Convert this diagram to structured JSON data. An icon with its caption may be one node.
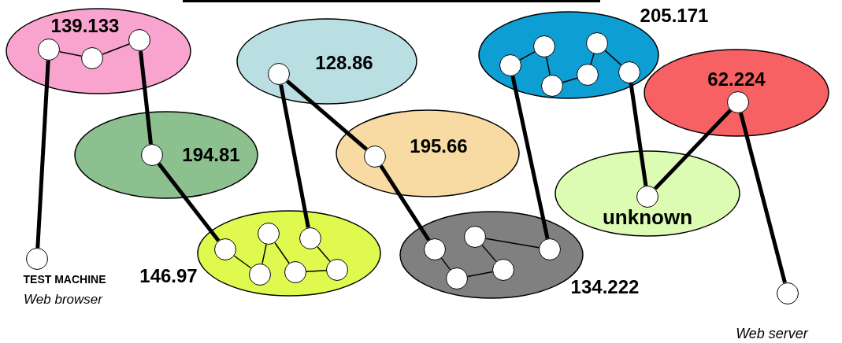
{
  "diagram": {
    "nodes": [
      {
        "text": [
          "139.133"
        ]
      },
      {
        "text": [],
        "shape": "circle",
        "in": 0
      },
      {
        "text": [],
        "shape": "circle",
        "in": 0
      },
      {
        "text": [],
        "shape": "circle",
        "in": 0
      },
      {
        "text": [
          "128.86"
        ]
      },
      {
        "text": [],
        "shape": "circle",
        "in": 4
      },
      {
        "text": [
          "205.171"
        ]
      },
      {
        "text": [],
        "shape": "circle",
        "in": 6
      },
      {
        "text": [],
        "shape": "circle",
        "in": 6
      },
      {
        "text": [],
        "shape": "circle",
        "in": 6
      },
      {
        "text": [],
        "shape": "circle",
        "in": 6
      },
      {
        "text": [],
        "shape": "circle",
        "in": 6
      },
      {
        "text": [],
        "shape": "circle",
        "in": 6
      },
      {
        "text": [
          "62.224"
        ]
      },
      {
        "text": [],
        "shape": "circle",
        "in": 13
      },
      {
        "text": [
          "194.81"
        ]
      },
      {
        "text": [],
        "shape": "circle",
        "in": 15
      },
      {
        "text": [
          "195.66"
        ]
      },
      {
        "text": [],
        "shape": "circle",
        "in": 17
      },
      {
        "text": [
          "unknown"
        ]
      },
      {
        "text": [],
        "shape": "circle",
        "in": 19
      },
      {
        "text": [],
        "shape": "circle",
        "beside": [
          "TEST MACHINE",
          "Web browser"
        ]
      },
      {
        "text": [
          "146.97"
        ]
      },
      {
        "text": [],
        "shape": "circle",
        "in": 22
      },
      {
        "text": [],
        "shape": "circle",
        "in": 22
      },
      {
        "text": [],
        "shape": "circle",
        "in": 22
      },
      {
        "text": [],
        "shape": "circle",
        "in": 22
      },
      {
        "text": [],
        "shape": "circle",
        "in": 22
      },
      {
        "text": [],
        "shape": "circle",
        "in": 22
      },
      {
        "text": [
          "134.222"
        ]
      },
      {
        "text": [],
        "shape": "circle",
        "in": 29
      },
      {
        "text": [],
        "shape": "circle",
        "in": 29
      },
      {
        "text": [],
        "shape": "circle",
        "in": 29
      },
      {
        "text": [],
        "shape": "circle",
        "in": 29
      },
      {
        "text": [],
        "shape": "circle",
        "in": 29
      },
      {
        "text": [],
        "shape": "circle",
        "beside": [
          "Web server"
        ]
      }
    ],
    "edges": [
      {
        "from": 1,
        "to": 2,
        "arrow": "none"
      },
      {
        "from": 2,
        "to": 3,
        "arrow": "none"
      },
      {
        "from": 7,
        "to": 8,
        "arrow": "none"
      },
      {
        "from": 8,
        "to": 9,
        "arrow": "none"
      },
      {
        "from": 9,
        "to": 10,
        "arrow": "none"
      },
      {
        "from": 10,
        "to": 11,
        "arrow": "none"
      },
      {
        "from": 11,
        "to": 12,
        "arrow": "none"
      },
      {
        "from": 23,
        "to": 24,
        "arrow": "none"
      },
      {
        "from": 24,
        "to": 25,
        "arrow": "none"
      },
      {
        "from": 25,
        "to": 26,
        "arrow": "none"
      },
      {
        "from": 26,
        "to": 28,
        "arrow": "none"
      },
      {
        "from": 28,
        "to": 27,
        "arrow": "none"
      },
      {
        "from": 30,
        "to": 31,
        "arrow": "none"
      },
      {
        "from": 31,
        "to": 33,
        "arrow": "none"
      },
      {
        "from": 33,
        "to": 32,
        "arrow": "none"
      },
      {
        "from": 32,
        "to": 34,
        "arrow": "none"
      },
      {
        "from": 21,
        "to": 1,
        "arrow": "none",
        "style": "thick"
      },
      {
        "from": 3,
        "to": 16,
        "arrow": "none",
        "style": "thick"
      },
      {
        "from": 16,
        "to": 23,
        "arrow": "none",
        "style": "thick"
      },
      {
        "from": 5,
        "to": 27,
        "arrow": "none",
        "style": "thick"
      },
      {
        "from": 5,
        "to": 18,
        "arrow": "none",
        "style": "thick"
      },
      {
        "from": 18,
        "to": 30,
        "arrow": "none",
        "style": "thick"
      },
      {
        "from": 34,
        "to": 7,
        "arrow": "none",
        "style": "thick"
      },
      {
        "from": 12,
        "to": 20,
        "arrow": "none",
        "style": "thick"
      },
      {
        "from": 14,
        "to": 20,
        "arrow": "none",
        "style": "thick"
      },
      {
        "from": 14,
        "to": 35,
        "arrow": "none",
        "style": "thick"
      }
    ]
  }
}
